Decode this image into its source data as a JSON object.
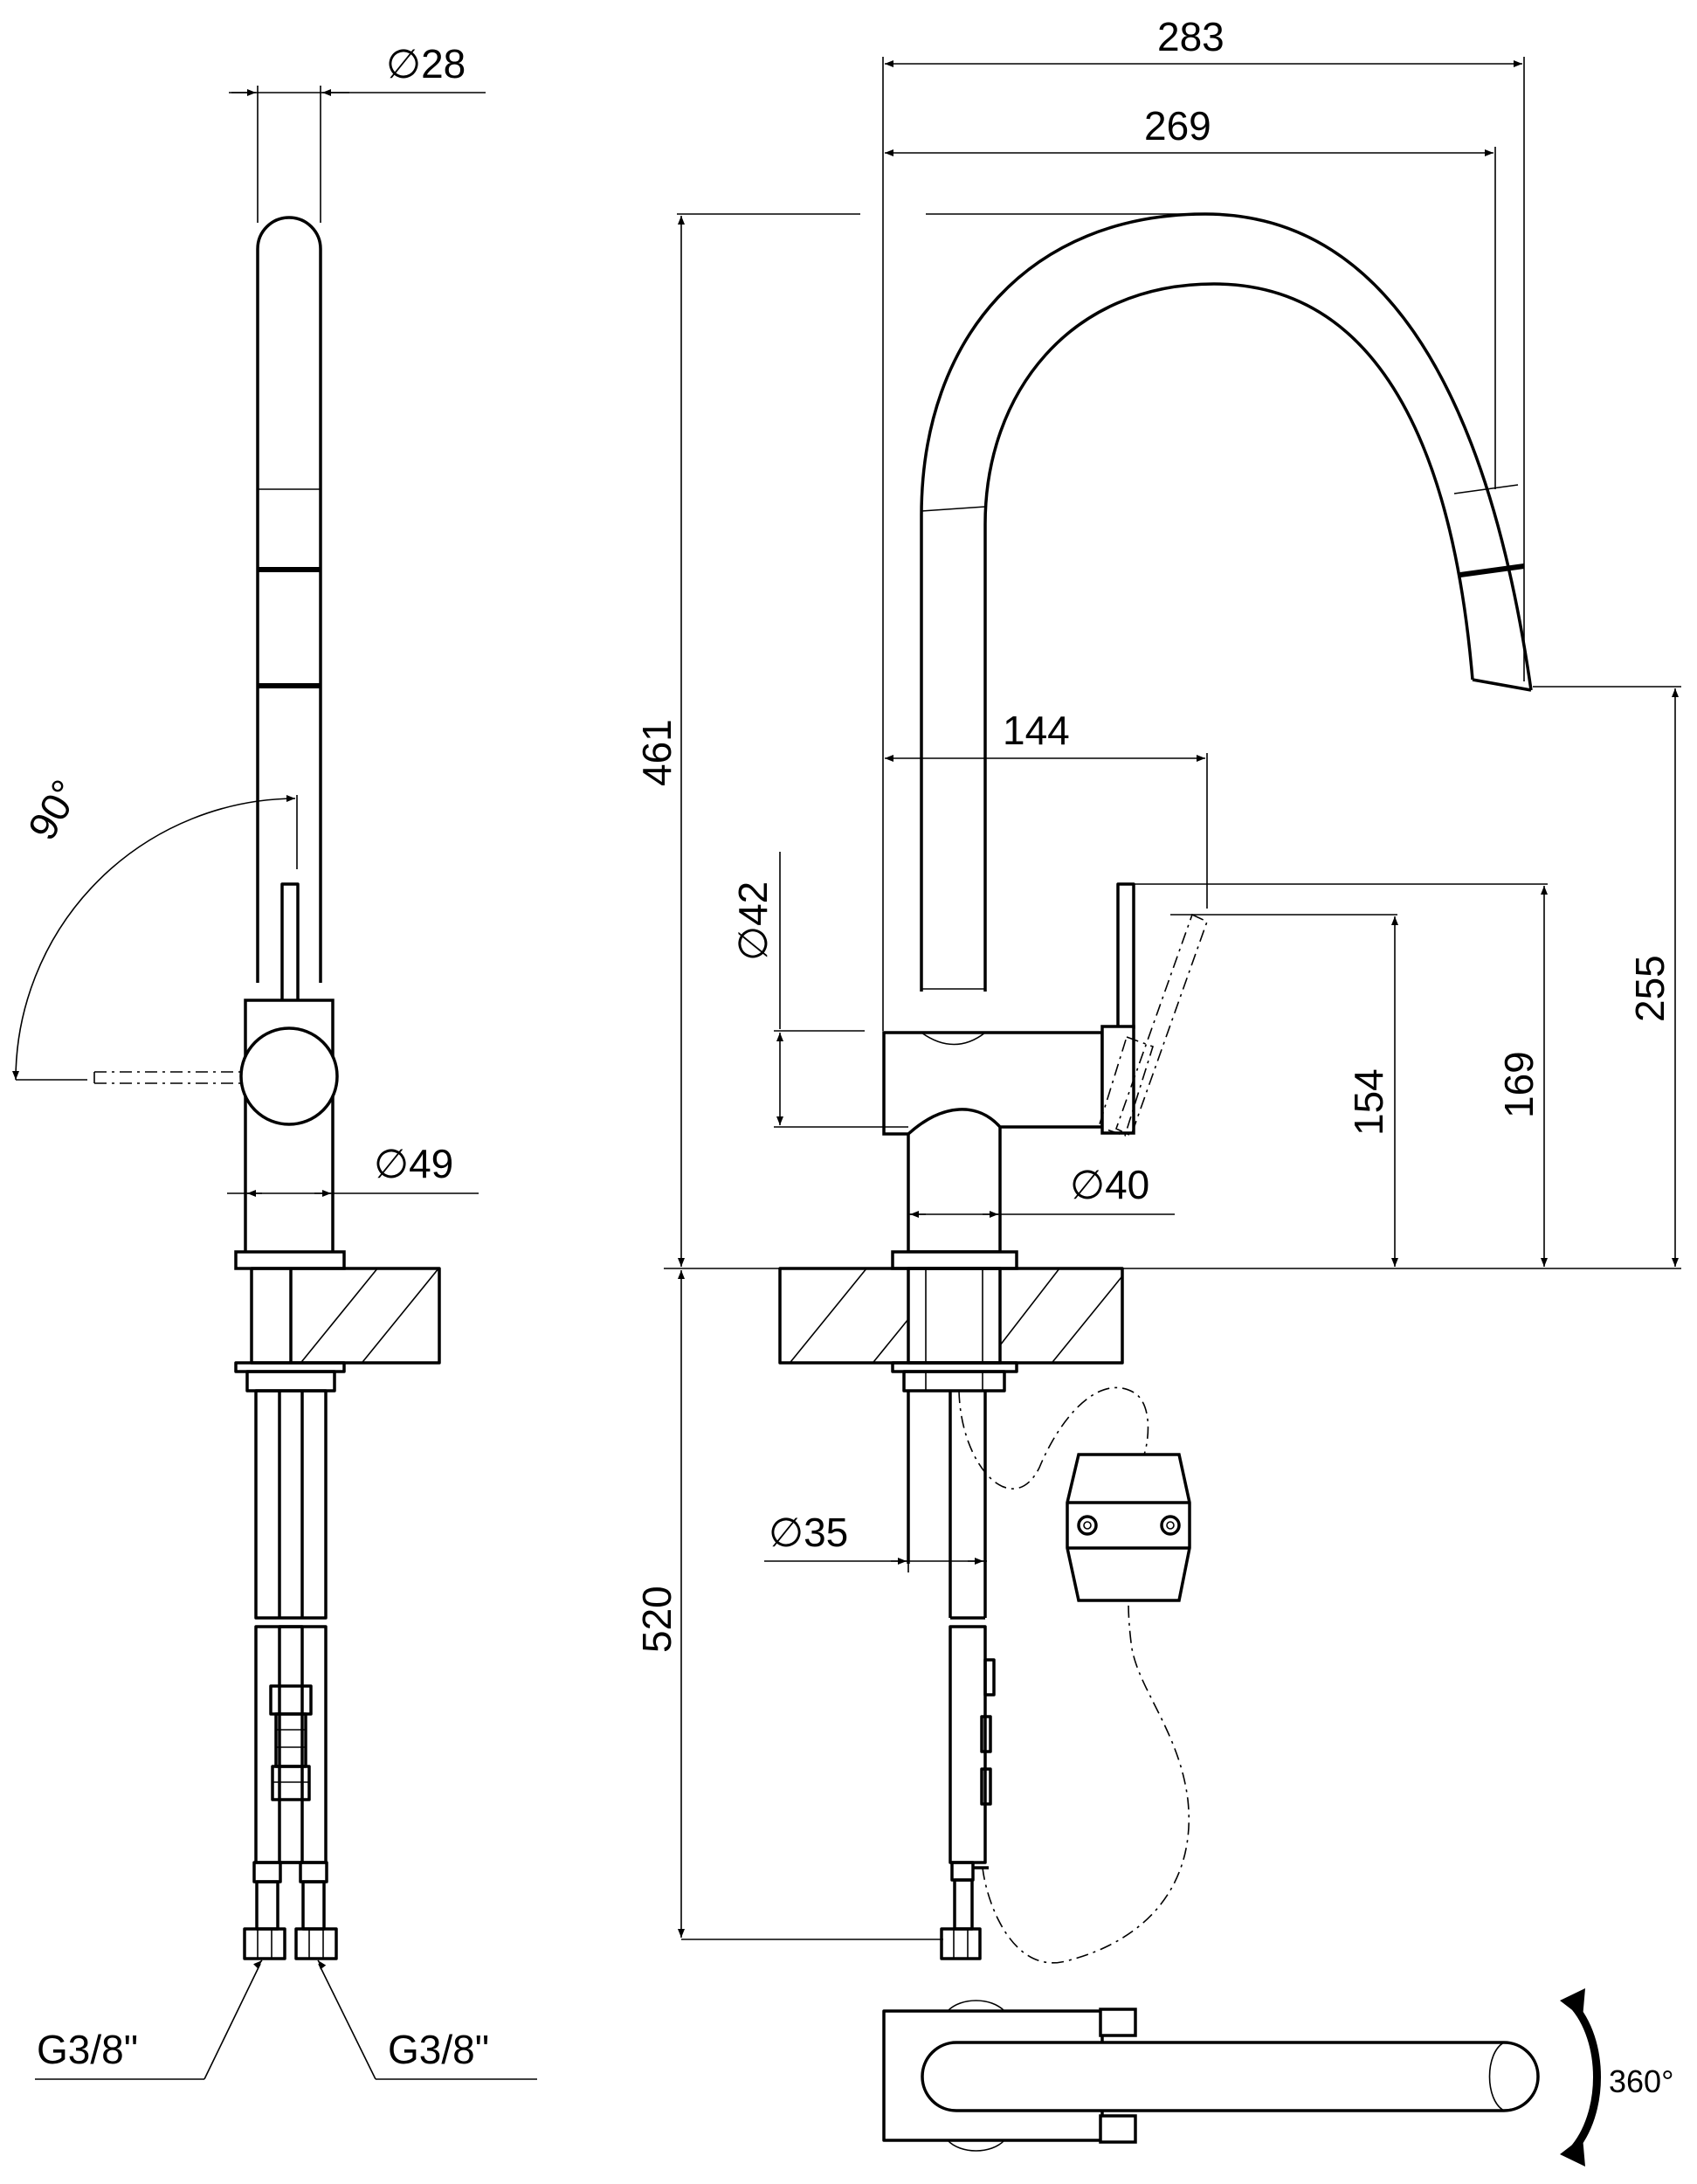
{
  "dimensions": {
    "d_spout": "∅28",
    "d_lever_body": "∅49",
    "d_body": "∅42",
    "d_base": "∅40",
    "d_shank": "∅35",
    "width_overall": "283",
    "width_spout": "269",
    "lever_reach": "144",
    "height_overall": "461",
    "below_deck": "520",
    "h_lever_axis": "154",
    "h_lever_top": "169",
    "h_spout_outlet": "255"
  },
  "annotations": {
    "lever_angle": "90°",
    "rotation": "360°",
    "connection_left": "G3/8\"",
    "connection_right": "G3/8\""
  }
}
